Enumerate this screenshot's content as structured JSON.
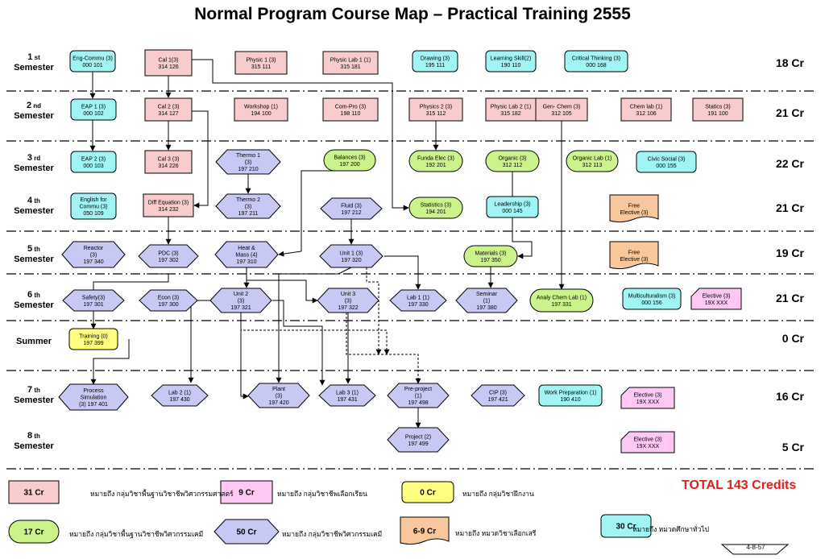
{
  "title": "Normal Program  Course Map – Practical Training 2555",
  "colors": {
    "fundamental_eng": "#f8cccc",
    "elective_track": "#ffc8f4",
    "training": "#ffff80",
    "fundamental_chem": "#ccf28c",
    "chem_eng": "#c8c8f4",
    "free_elective": "#f8c89c",
    "general_ed": "#a0f4f4",
    "total_text": "#e0201a"
  },
  "semesters": [
    {
      "num": "1",
      "sup": "st",
      "label": "Semester",
      "credits": "18 Cr"
    },
    {
      "num": "2",
      "sup": "nd",
      "label": "Semester",
      "credits": "21 Cr"
    },
    {
      "num": "3",
      "sup": "rd",
      "label": "Semester",
      "credits": "22 Cr"
    },
    {
      "num": "4",
      "sup": "th",
      "label": "Semester",
      "credits": "21 Cr"
    },
    {
      "num": "5",
      "sup": "th",
      "label": "Semester",
      "credits": "19 Cr"
    },
    {
      "num": "6",
      "sup": "th",
      "label": "Semester",
      "credits": "21 Cr"
    },
    {
      "num": "",
      "sup": "",
      "label": "Summer",
      "credits": "0 Cr"
    },
    {
      "num": "7",
      "sup": "th",
      "label": "Semester",
      "credits": "16 Cr"
    },
    {
      "num": "8",
      "sup": "th",
      "label": "Semester",
      "credits": "5 Cr"
    }
  ],
  "courses": [
    {
      "id": "engcommu",
      "lines": [
        "Eng-Commu (3)",
        "000 101"
      ],
      "shape": "rrect",
      "color": "general_ed"
    },
    {
      "id": "cal1",
      "lines": [
        "Cal 1(3)",
        "314 126"
      ],
      "shape": "rect",
      "color": "fundamental_eng"
    },
    {
      "id": "physic1",
      "lines": [
        "Physic 1 (3)",
        "315 111"
      ],
      "shape": "rect",
      "color": "fundamental_eng"
    },
    {
      "id": "physiclab1",
      "lines": [
        "Physic Lab 1 (1)",
        "315 181"
      ],
      "shape": "rect",
      "color": "fundamental_eng"
    },
    {
      "id": "drawing",
      "lines": [
        "Drawing (3)",
        "195 111"
      ],
      "shape": "rrect",
      "color": "general_ed"
    },
    {
      "id": "learning",
      "lines": [
        "Learning Skill(2)",
        "190 110"
      ],
      "shape": "rrect",
      "color": "general_ed"
    },
    {
      "id": "critical",
      "lines": [
        "Critical Thinking (3)",
        "000 168"
      ],
      "shape": "rrect",
      "color": "general_ed"
    },
    {
      "id": "eap1",
      "lines": [
        "EAP 1 (3)",
        "000 102"
      ],
      "shape": "rrect",
      "color": "general_ed"
    },
    {
      "id": "cal2",
      "lines": [
        "Cal 2 (3)",
        "314 127"
      ],
      "shape": "rect",
      "color": "fundamental_eng"
    },
    {
      "id": "workshop",
      "lines": [
        "Workshop (1)",
        "194 100"
      ],
      "shape": "rect",
      "color": "fundamental_eng"
    },
    {
      "id": "compro",
      "lines": [
        "Com-Pro (3)",
        "198 110"
      ],
      "shape": "rect",
      "color": "fundamental_eng"
    },
    {
      "id": "physics2",
      "lines": [
        "Physics 2 (3)",
        "315 112"
      ],
      "shape": "rect",
      "color": "fundamental_eng"
    },
    {
      "id": "physiclab2",
      "lines": [
        "Physic Lab 2 (1)",
        "315 182"
      ],
      "shape": "rect",
      "color": "fundamental_eng"
    },
    {
      "id": "genchem",
      "lines": [
        "Gen- Chem (3)",
        "312 105"
      ],
      "shape": "rect",
      "color": "fundamental_eng"
    },
    {
      "id": "chemlab",
      "lines": [
        "Chem lab (1)",
        "312 106"
      ],
      "shape": "rect",
      "color": "fundamental_eng"
    },
    {
      "id": "statics",
      "lines": [
        "Statics (3)",
        "191 100"
      ],
      "shape": "rect",
      "color": "fundamental_eng"
    },
    {
      "id": "eap2",
      "lines": [
        "EAP 2 (3)",
        "000 103"
      ],
      "shape": "rrect",
      "color": "general_ed"
    },
    {
      "id": "cal3",
      "lines": [
        "Cal 3 (3)",
        "314 226"
      ],
      "shape": "rect",
      "color": "fundamental_eng"
    },
    {
      "id": "thermo1",
      "lines": [
        "Thermo 1",
        "(3)",
        "197 210"
      ],
      "shape": "hex",
      "color": "chem_eng"
    },
    {
      "id": "balances",
      "lines": [
        "Balances (3)",
        "197 200"
      ],
      "shape": "pill",
      "color": "fundamental_chem"
    },
    {
      "id": "fundaelec",
      "lines": [
        "Funda Elec (3)",
        "192 201"
      ],
      "shape": "pill",
      "color": "fundamental_chem"
    },
    {
      "id": "organic",
      "lines": [
        "Organic (3)",
        "312 112"
      ],
      "shape": "pill",
      "color": "fundamental_chem"
    },
    {
      "id": "organiclab",
      "lines": [
        "Organic Lab (1)",
        "312 113"
      ],
      "shape": "pill",
      "color": "fundamental_chem"
    },
    {
      "id": "civic",
      "lines": [
        "Civic Social (3)",
        "000 155"
      ],
      "shape": "rrect",
      "color": "general_ed"
    },
    {
      "id": "english",
      "lines": [
        "English  for",
        "Commu (3)",
        "050 109"
      ],
      "shape": "rrect",
      "color": "general_ed"
    },
    {
      "id": "diffeq",
      "lines": [
        "Diff Equation (3)",
        "314 232"
      ],
      "shape": "rect",
      "color": "fundamental_eng"
    },
    {
      "id": "thermo2",
      "lines": [
        "Thermo 2",
        "(3)",
        "197 211"
      ],
      "shape": "hex",
      "color": "chem_eng"
    },
    {
      "id": "fluid",
      "lines": [
        "Fluid (3)",
        "197 212"
      ],
      "shape": "hex",
      "color": "chem_eng"
    },
    {
      "id": "statistics",
      "lines": [
        "Statistics (3)",
        "194 201"
      ],
      "shape": "pill",
      "color": "fundamental_chem"
    },
    {
      "id": "leadership",
      "lines": [
        "Leadership (3)",
        "000 145"
      ],
      "shape": "rrect",
      "color": "general_ed"
    },
    {
      "id": "free1",
      "lines": [
        "Free",
        "Elective (3)"
      ],
      "shape": "wave",
      "color": "free_elective"
    },
    {
      "id": "reactor",
      "lines": [
        "Reactor",
        "(3)",
        "197 340"
      ],
      "shape": "hex",
      "color": "chem_eng"
    },
    {
      "id": "pdc",
      "lines": [
        "PDC (3)",
        "197 302"
      ],
      "shape": "hex",
      "color": "chem_eng"
    },
    {
      "id": "heatmass",
      "lines": [
        "Heat &",
        "Mass (4)",
        "197 310"
      ],
      "shape": "hex",
      "color": "chem_eng"
    },
    {
      "id": "unit1",
      "lines": [
        "Unit 1 (3)",
        "197 320"
      ],
      "shape": "hex",
      "color": "chem_eng"
    },
    {
      "id": "materials",
      "lines": [
        "Materials (3)",
        "197 350"
      ],
      "shape": "pill",
      "color": "fundamental_chem"
    },
    {
      "id": "free2",
      "lines": [
        "Free",
        "Elective (3)"
      ],
      "shape": "wave",
      "color": "free_elective"
    },
    {
      "id": "safety",
      "lines": [
        "Safety(3)",
        "197 301"
      ],
      "shape": "hex",
      "color": "chem_eng"
    },
    {
      "id": "econ",
      "lines": [
        "Econ (3)",
        "197 300"
      ],
      "shape": "hex",
      "color": "chem_eng"
    },
    {
      "id": "unit2",
      "lines": [
        "Unit 2",
        "(3)",
        "197 321"
      ],
      "shape": "hex",
      "color": "chem_eng"
    },
    {
      "id": "unit3",
      "lines": [
        "Unit 3",
        "(3)",
        "197 322"
      ],
      "shape": "hex",
      "color": "chem_eng"
    },
    {
      "id": "lab1",
      "lines": [
        "Lab 1 (1)",
        "197 330"
      ],
      "shape": "hex",
      "color": "chem_eng"
    },
    {
      "id": "seminar",
      "lines": [
        "Seminar",
        "(1)",
        "197 380"
      ],
      "shape": "hex",
      "color": "chem_eng"
    },
    {
      "id": "analychem",
      "lines": [
        "Analy Chem Lab (1)",
        "197 331"
      ],
      "shape": "pill",
      "color": "fundamental_chem"
    },
    {
      "id": "multicult",
      "lines": [
        "Multiculturalism (3)",
        "000 156"
      ],
      "shape": "rrect",
      "color": "general_ed"
    },
    {
      "id": "elective6",
      "lines": [
        "Elective (3)",
        "19X XXX"
      ],
      "shape": "cut",
      "color": "elective_track"
    },
    {
      "id": "training",
      "lines": [
        "Training (0)",
        "197 399"
      ],
      "shape": "rrect",
      "color": "training"
    },
    {
      "id": "process",
      "lines": [
        "Process",
        "Simulation",
        "(3) 197 401"
      ],
      "shape": "hex",
      "color": "chem_eng"
    },
    {
      "id": "lab2",
      "lines": [
        "Lab 2 (1)",
        "197 430"
      ],
      "shape": "hex",
      "color": "chem_eng"
    },
    {
      "id": "plant",
      "lines": [
        "Plant",
        "(3)",
        "197 420"
      ],
      "shape": "hex",
      "color": "chem_eng"
    },
    {
      "id": "lab3",
      "lines": [
        "Lab 3 (1)",
        "197 431"
      ],
      "shape": "hex",
      "color": "chem_eng"
    },
    {
      "id": "preproject",
      "lines": [
        "Pre-project",
        "(1)",
        "197 498"
      ],
      "shape": "hex",
      "color": "chem_eng"
    },
    {
      "id": "cip",
      "lines": [
        "CIP (3)",
        "197 421"
      ],
      "shape": "hex",
      "color": "chem_eng"
    },
    {
      "id": "workprep",
      "lines": [
        "Work Preparation (1)",
        "190 410"
      ],
      "shape": "rrect",
      "color": "general_ed"
    },
    {
      "id": "elective7",
      "lines": [
        "Elective (3)",
        "19X XXX"
      ],
      "shape": "cut",
      "color": "elective_track"
    },
    {
      "id": "project",
      "lines": [
        "Project (2)",
        "197 499"
      ],
      "shape": "hex",
      "color": "chem_eng"
    },
    {
      "id": "elective8",
      "lines": [
        "Elective (3)",
        "19X XXX"
      ],
      "shape": "cut",
      "color": "elective_track"
    }
  ],
  "legend": [
    {
      "box": "31 Cr",
      "text": "หมายถึง กลุ่มวิชาพื้นฐานวิชาชีพวิศวกรรมศาสตร์",
      "shape": "rect",
      "color": "fundamental_eng"
    },
    {
      "box": "9 Cr",
      "text": "หมายถึง กลุ่มวิชาชีพเลือกเรียน",
      "shape": "rect",
      "color": "elective_track"
    },
    {
      "box": "0 Cr",
      "text": "หมายถึง กลุ่มวิชาฝึกงาน",
      "shape": "rrect",
      "color": "training"
    },
    {
      "box": "17 Cr",
      "text": "หมายถึง กลุ่มวิชาพื้นฐานวิชาชีพวิศวกรรมเคมี",
      "shape": "pill",
      "color": "fundamental_chem"
    },
    {
      "box": "50 Cr",
      "text": "หมายถึง กลุ่มวิชาชีพวิศวกรรมเคมี",
      "shape": "hex",
      "color": "chem_eng"
    },
    {
      "box": "6-9 Cr",
      "text": "หมายถึง หมวดวิชาเลือกเสรี",
      "shape": "wave",
      "color": "free_elective"
    },
    {
      "box": "30 Cr",
      "text": "หมายถึง หมวดศึกษาทั่วไป",
      "shape": "rrect",
      "color": "general_ed"
    }
  ],
  "total": "TOTAL 143 Credits",
  "date_label": "4-8-57"
}
